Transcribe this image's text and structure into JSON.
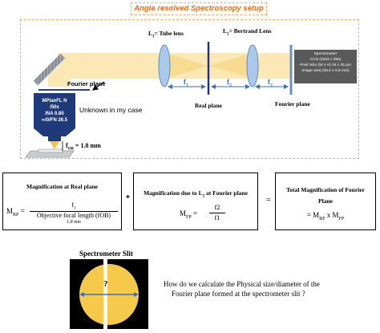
{
  "title": "Angle resolved Spectroscopy setup",
  "camera_label": "",
  "objective": {
    "line1": "MPlanFL N",
    "line2": "/50x",
    "line3": "/NA 0.80",
    "line4": "∞/0/FN 26.5"
  },
  "focal_label": "f",
  "focal_sub": "OB",
  "focal_value": "= 1.8 mm",
  "fourier_plane_left": "Fourier plane",
  "unknown_note": "Unknown in my case",
  "l1_label": "L",
  "l1_sub": "1",
  "l1_rest": "= Tube lens",
  "l2_label": "L",
  "l2_sub": "2",
  "l2_rest": "= Bertrand Lens",
  "real_plane": "Real plane",
  "fourier_plane_right": "Fourier plane",
  "f1": "f",
  "f1_sub": "1",
  "f2a": "f",
  "f2a_sub": "2",
  "f2b": "f",
  "f2b_sub": "2",
  "spectrometer": {
    "line1": "Spectrometer",
    "line2": "CCD (1024 x 256)",
    "line3": "Pixel Size (W x H) 26 x 26 µm",
    "line4": "Image area (26.6 x 6.6 mm)"
  },
  "box1": {
    "title": "Magnification at Real plane",
    "lhs": "M",
    "lhs_sub": "RP",
    "eq": "=",
    "num": "f",
    "num_sub": "1",
    "den": "Objective focal length (fOB)",
    "den_note": "1.8 mm"
  },
  "star": "*",
  "box2": {
    "title_a": "Magnification due to L",
    "title_sub": "2",
    "title_b": " at Fourier plane",
    "lhs": "M",
    "lhs_sub": "FP",
    "eq": "=",
    "num": "f2",
    "den": "f1"
  },
  "equals": "=",
  "box3": {
    "title_line1": "Total Magnification of Fourier",
    "title_line2": "Plane",
    "eq_a": "= M",
    "eq_a_sub": "RP",
    "eq_b": " x M",
    "eq_b_sub": "FP"
  },
  "slit_title": "Spectrometer Slit",
  "slit_question_mark": "?",
  "question_line1": "How do we calculate the Physical size/diameter of the",
  "question_line2": "Fourier plane formed at the spectrometer slit ?"
}
